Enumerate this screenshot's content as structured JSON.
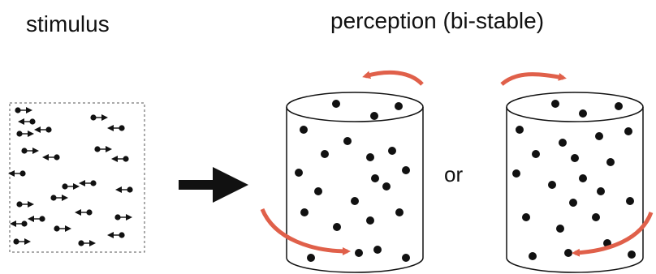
{
  "labels": {
    "stimulus": "stimulus",
    "perception": "perception (bi-stable)",
    "or": "or"
  },
  "colors": {
    "ink": "#111111",
    "rotation_arrow": "#e0604a",
    "frame": "#555555"
  },
  "icons": {
    "main_arrow": "right-arrow-icon",
    "rotation_arrows": "curved-rotation-arrow-icon"
  },
  "figure": {
    "stimulus": "random dots moving left and right",
    "cylinders": [
      "cylinder rotating counter-clockwise (viewed from top)",
      "cylinder rotating clockwise (viewed from top)"
    ]
  }
}
